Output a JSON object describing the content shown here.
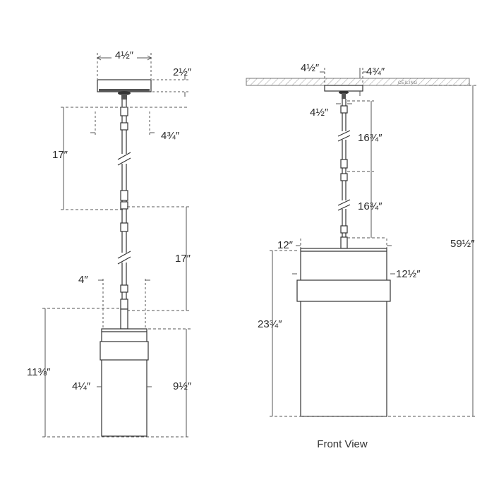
{
  "side_view": {
    "canopy_width": "4½″",
    "canopy_height": "2½″",
    "chain_width": "4¾″",
    "chain_upper": "17″",
    "chain_lower": "17″",
    "fixture_top_width": "4″",
    "overall_fixture_height": "11⅜″",
    "shade_width": "4¼″",
    "shade_height": "9½″"
  },
  "front_view": {
    "canopy_width": "4½″",
    "canopy_depth": "4¾″",
    "ceiling_label": "CEILING",
    "stem_width": "4½″",
    "chain_upper": "16¾″",
    "chain_lower": "16¾″",
    "fixture_width": "12″",
    "band_width": "12½″",
    "fixture_height": "23¾″",
    "overall_height": "59½″",
    "caption": "Front View"
  }
}
